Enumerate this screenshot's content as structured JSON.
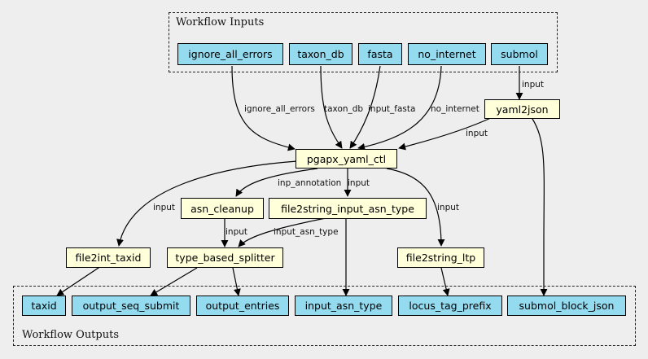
{
  "clusters": {
    "inputs_label": "Workflow Inputs",
    "outputs_label": "Workflow Outputs"
  },
  "colors": {
    "io_node": "#94dbf0",
    "step_node": "#ffffd9",
    "background": "#eeeeee"
  },
  "inputs": {
    "ignore_all_errors": "ignore_all_errors",
    "taxon_db": "taxon_db",
    "fasta": "fasta",
    "no_internet": "no_internet",
    "submol": "submol"
  },
  "steps": {
    "yaml2json": "yaml2json",
    "pgapx_yaml_ctl": "pgapx_yaml_ctl",
    "asn_cleanup": "asn_cleanup",
    "file2string_input_asn_type": "file2string_input_asn_type",
    "file2int_taxid": "file2int_taxid",
    "type_based_splitter": "type_based_splitter",
    "file2string_ltp": "file2string_ltp"
  },
  "outputs": {
    "taxid": "taxid",
    "output_seq_submit": "output_seq_submit",
    "output_entries": "output_entries",
    "input_asn_type": "input_asn_type",
    "locus_tag_prefix": "locus_tag_prefix",
    "submol_block_json": "submol_block_json"
  },
  "edge_labels": {
    "submol_input": "input",
    "ignore_all_errors": "ignore_all_errors",
    "taxon_db": "taxon_db",
    "input_fasta": "input_fasta",
    "no_internet": "no_internet",
    "yaml_input": "input",
    "inp_annotation": "inp_annotation",
    "ctl_input_asn": "input",
    "ctl_input_ltp": "input",
    "ctl_input_taxid": "input",
    "cleanup_input": "input",
    "input_asn_type": "input_asn_type"
  }
}
